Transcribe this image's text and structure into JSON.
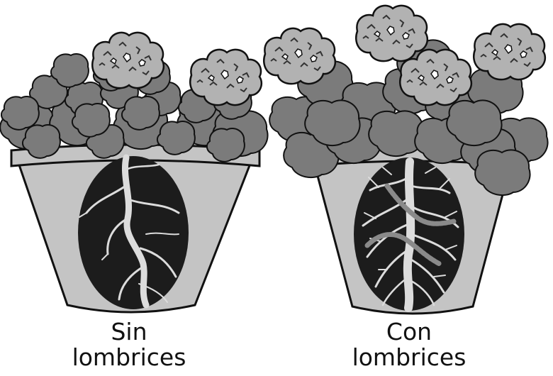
{
  "left_panel": {
    "caption_line1": "Sin",
    "caption_line2": "lombrices"
  },
  "right_panel": {
    "caption_line1": "Con",
    "caption_line2": "lombrices"
  },
  "colors": {
    "pot": "#c4c4c4",
    "leaf": "#7b7b7b",
    "flower": "#b2b2b2",
    "soil": "#1c1c1c",
    "root": "#dcdcdc",
    "outline": "#111111"
  }
}
